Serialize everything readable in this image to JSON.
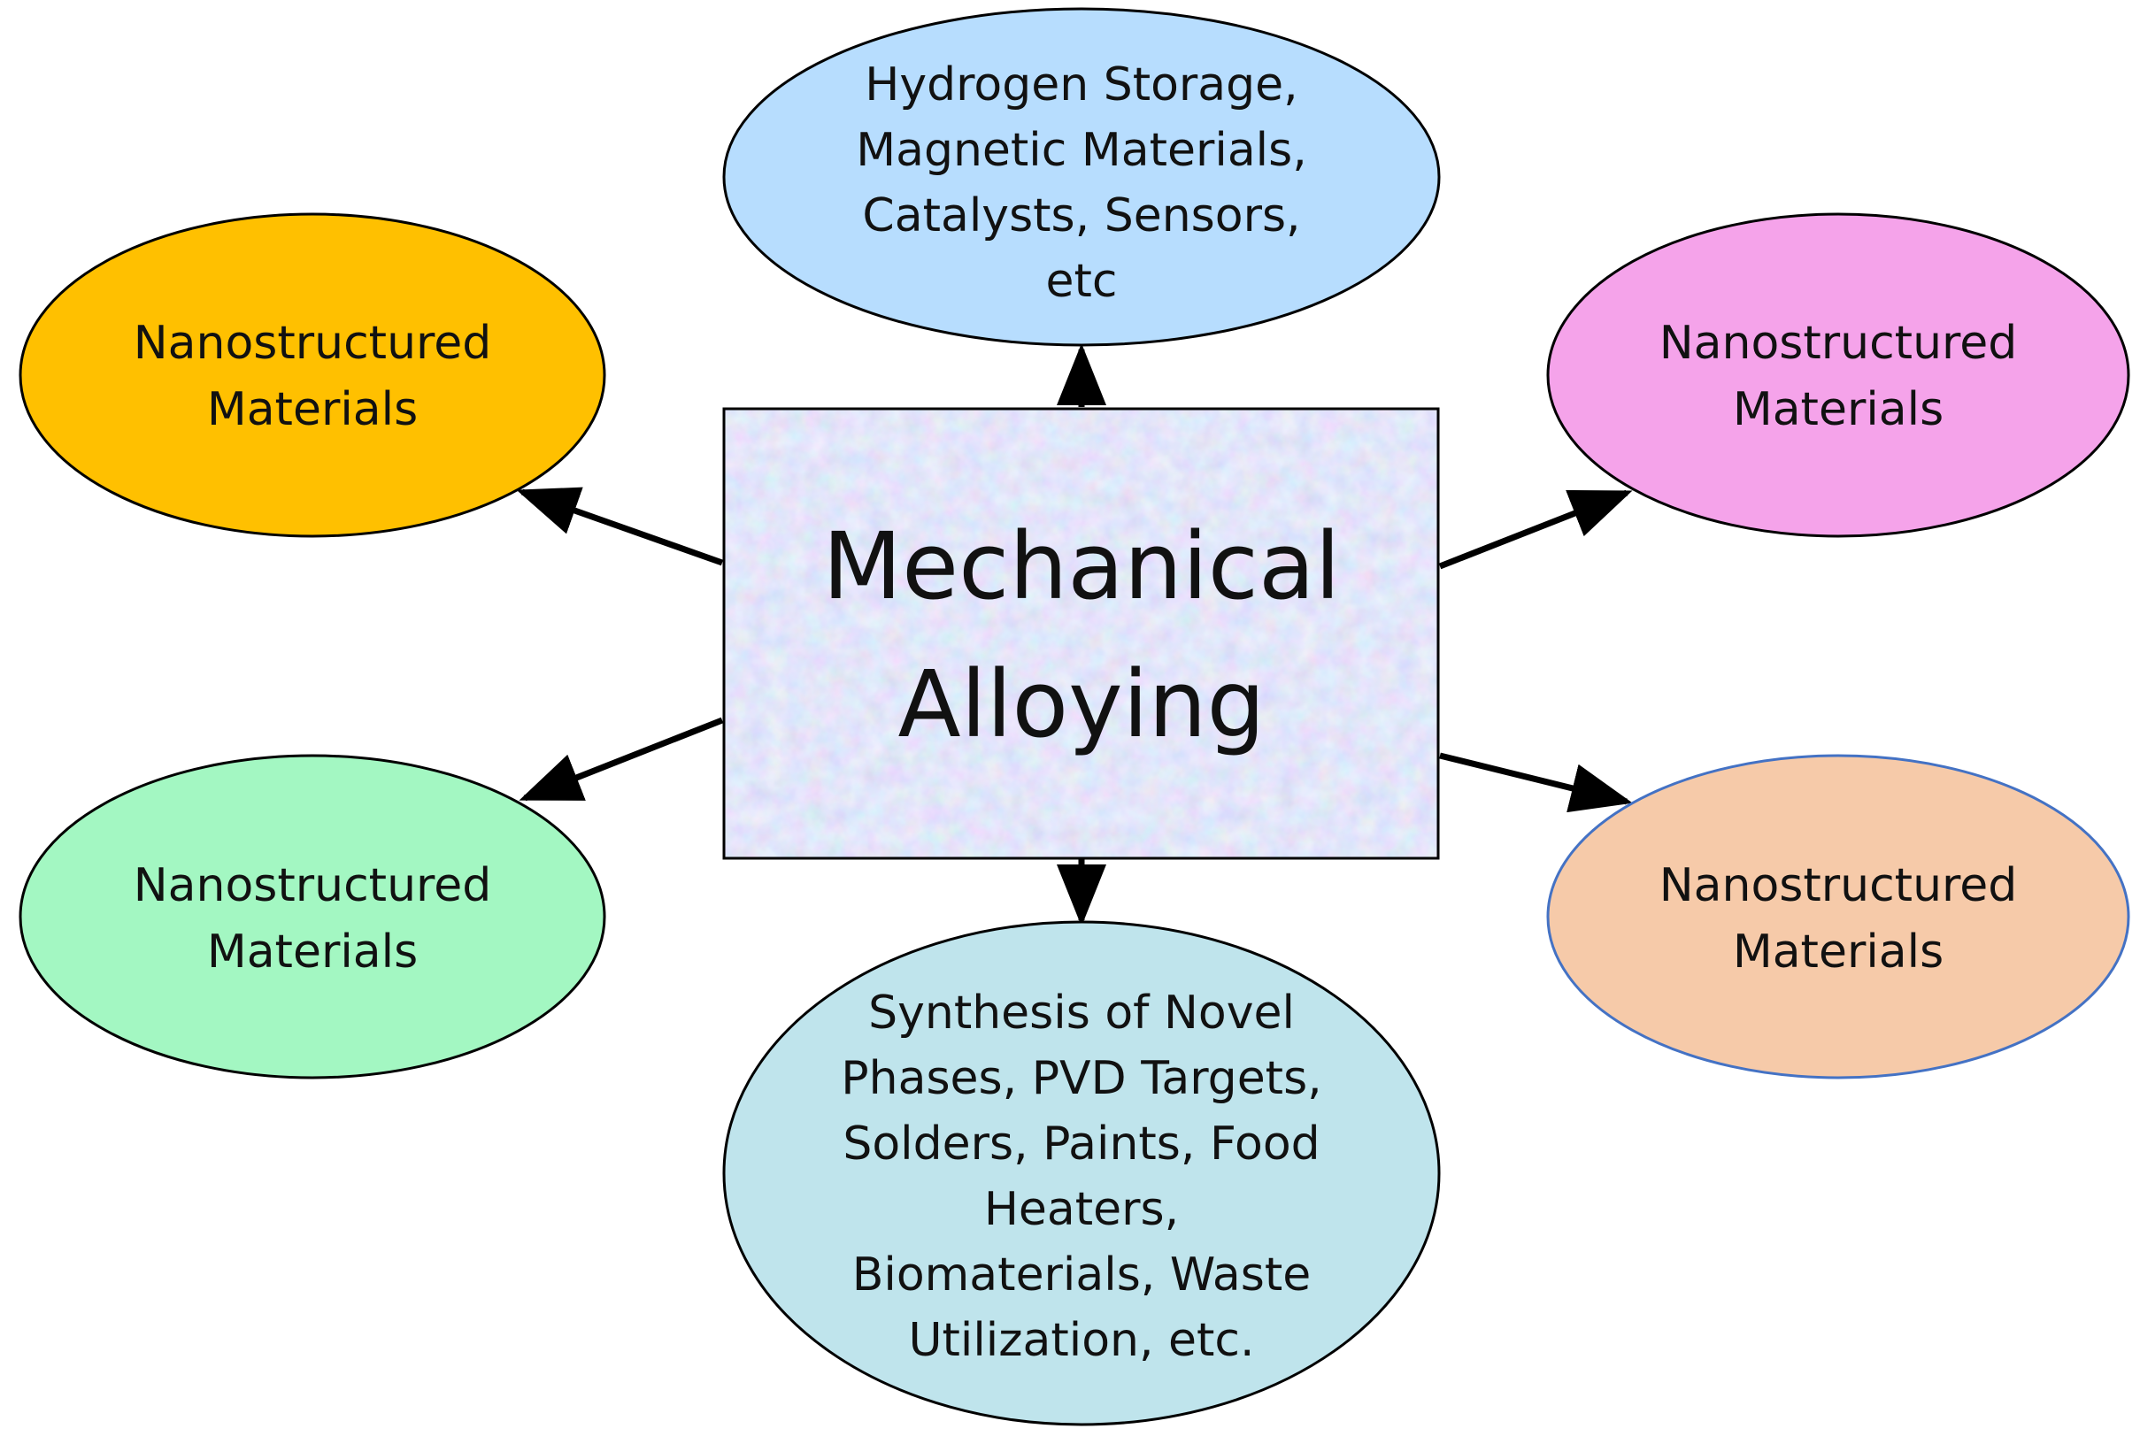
{
  "center": {
    "lines": [
      "Mechanical",
      "Alloying"
    ]
  },
  "nodes": {
    "top": {
      "lines": [
        "Hydrogen Storage,",
        "Magnetic Materials,",
        "Catalysts, Sensors,",
        "etc"
      ],
      "fill": "#B7DDFE"
    },
    "top_left": {
      "lines": [
        "Nanostructured",
        "Materials"
      ],
      "fill": "#FFC000"
    },
    "top_right": {
      "lines": [
        "Nanostructured",
        "Materials"
      ],
      "fill": "#F5A3EA"
    },
    "bottom_left": {
      "lines": [
        "Nanostructured",
        "Materials"
      ],
      "fill": "#A3F7C2"
    },
    "bottom_right": {
      "lines": [
        "Nanostructured",
        "Materials"
      ],
      "fill": "#F6CAA9"
    },
    "bottom": {
      "lines": [
        "Synthesis of Novel",
        "Phases, PVD Targets,",
        "Solders, Paints, Food",
        "Heaters,",
        "Biomaterials, Waste",
        "Utilization, etc."
      ],
      "fill": "#BFE4EC"
    }
  },
  "colors": {
    "arrow": "#000000",
    "outline": "#000000",
    "bottom_right_outline": "#4472C4",
    "box_texture": [
      "#B8D0F2",
      "#D3BFEA",
      "#AFCFF0",
      "#E6C7E9",
      "#C4E1F3"
    ]
  }
}
